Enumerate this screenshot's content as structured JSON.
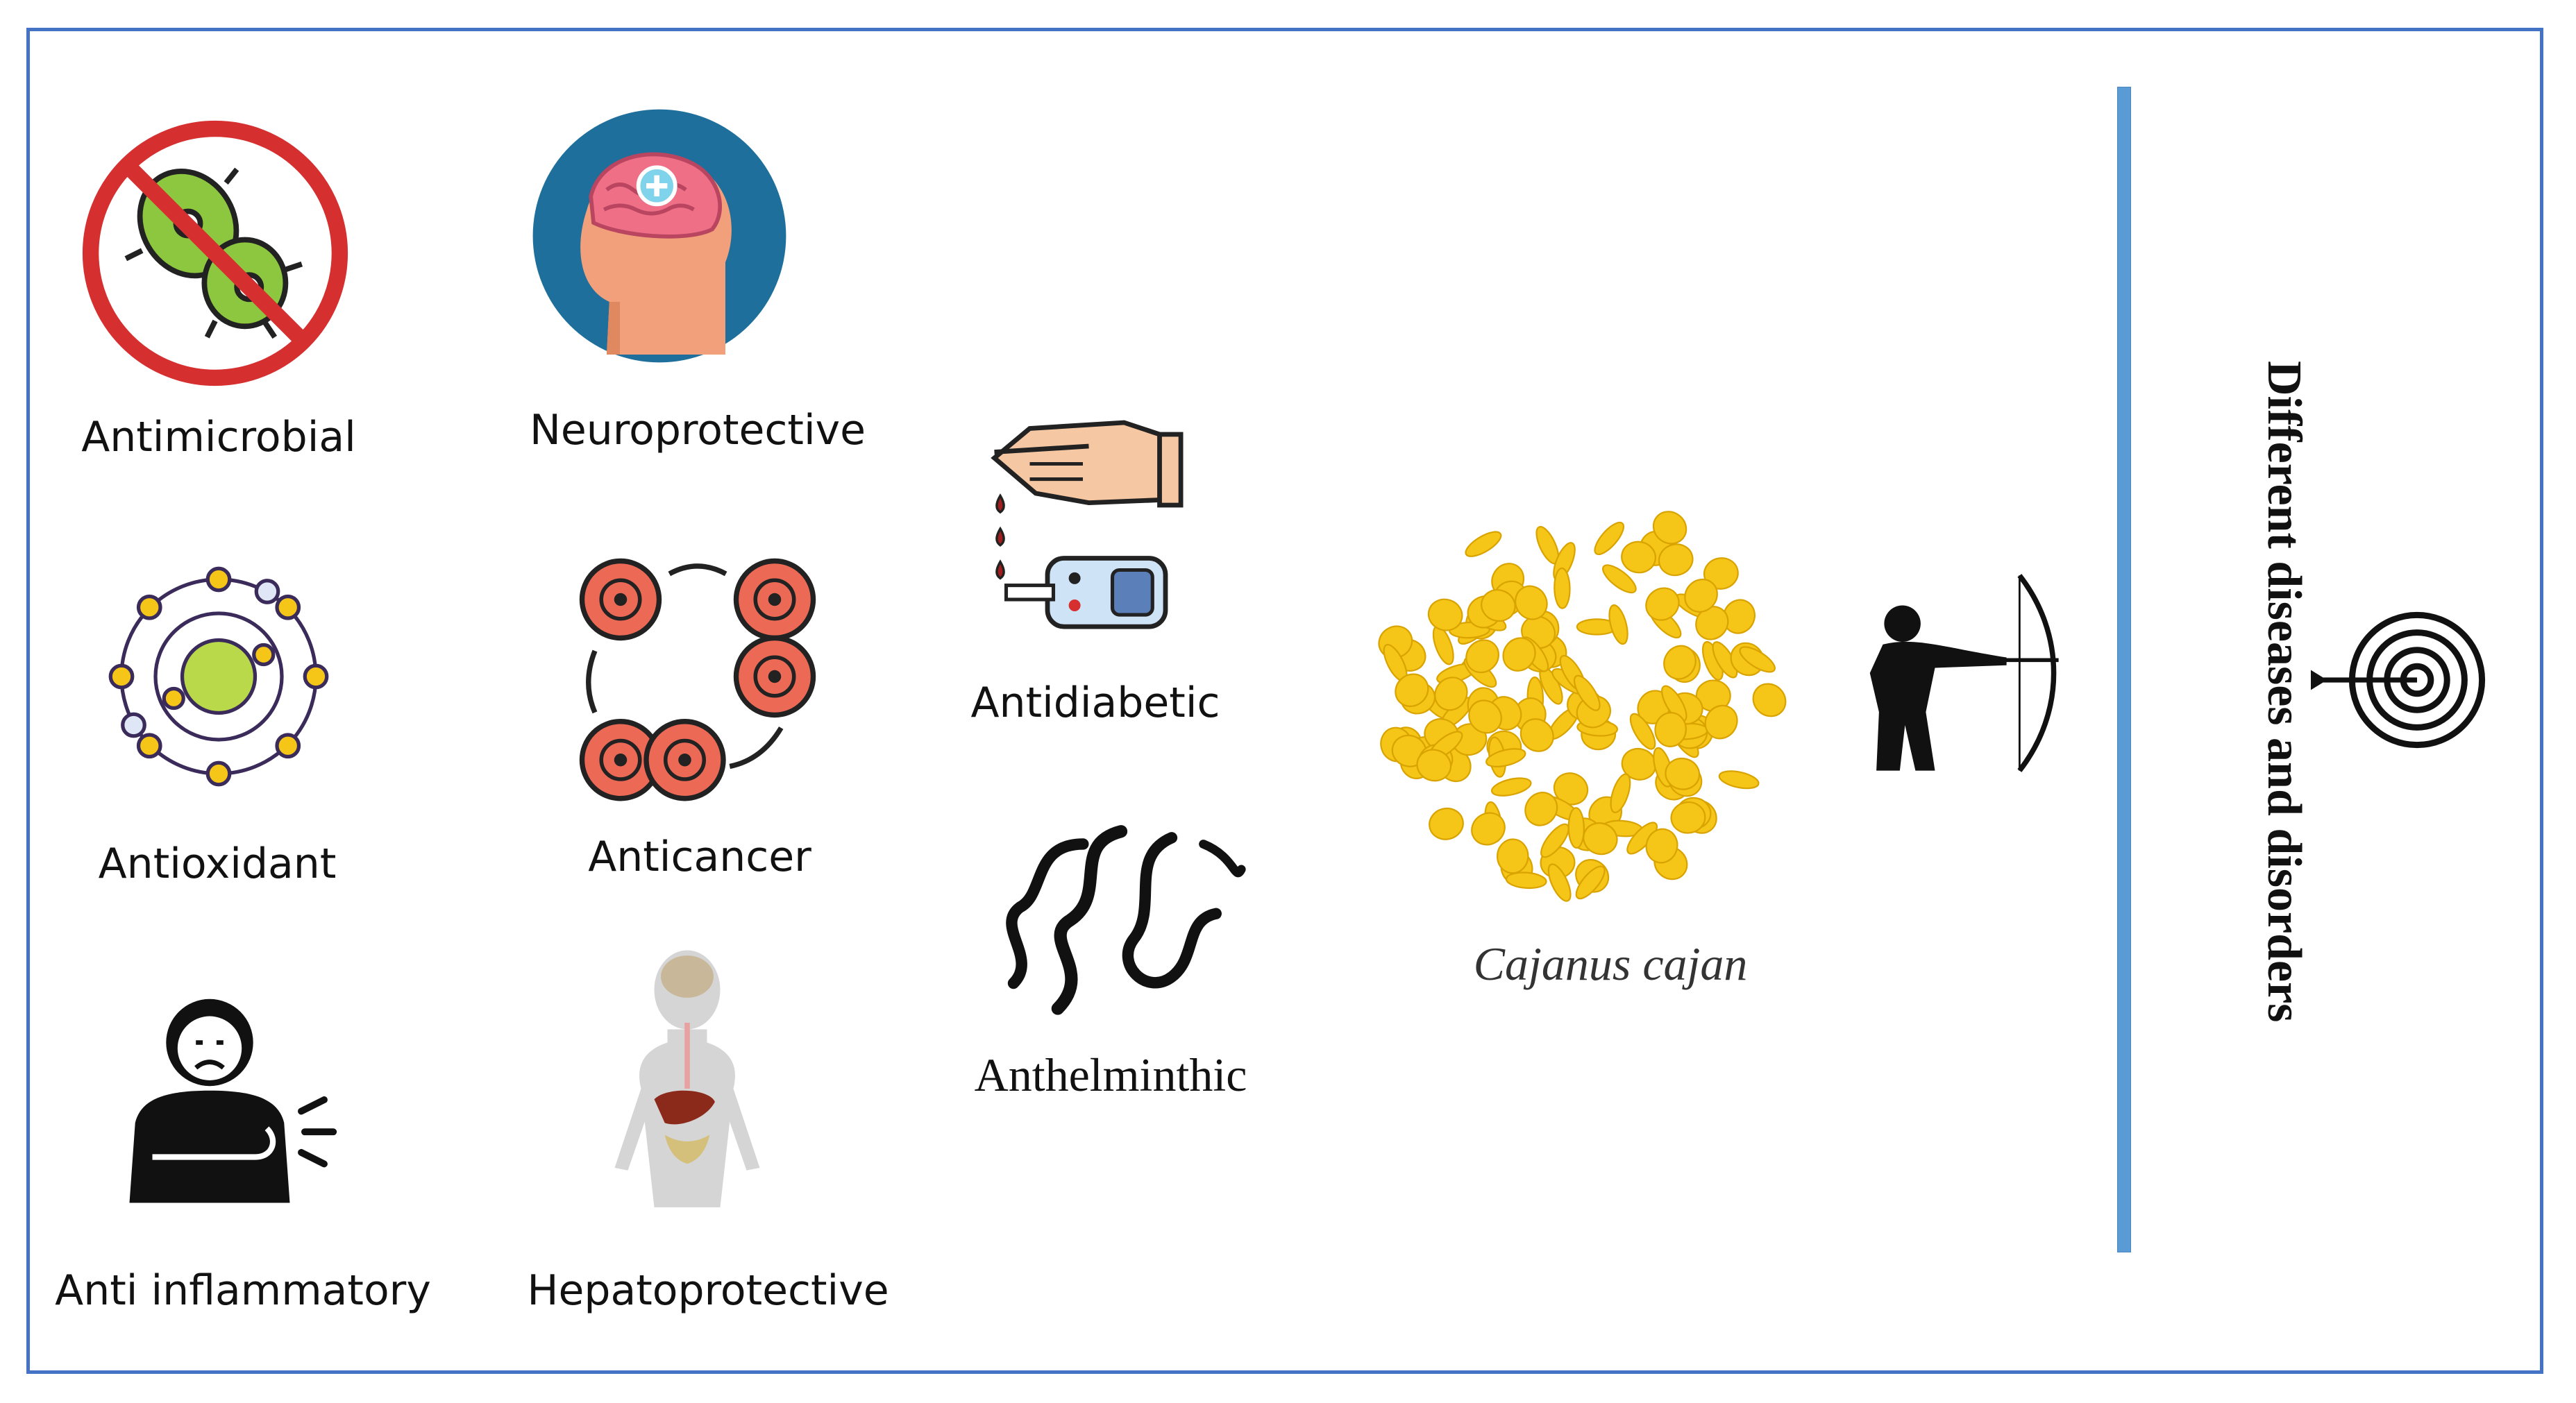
{
  "activities": {
    "antimicrobial": "Antimicrobial",
    "neuroprotective": "Neuroprotective",
    "antioxidant": "Antioxidant",
    "anticancer": "Anticancer",
    "anti_inflammatory": "Anti inflammatory",
    "hepatoprotective": "Hepatoprotective",
    "antidiabetic": "Antidiabetic",
    "anthelminthic": "Anthelminthic"
  },
  "plant": {
    "name": "Cajanus cajan"
  },
  "target_text": "Different diseases and disorders",
  "colors": {
    "frame": "#4472c4",
    "divider": "#5b9bd5",
    "seed": "#f5c518",
    "prohibit_red": "#d62f2f",
    "microbe_green": "#8dc63f",
    "brain_bg": "#1f6f9c",
    "cell_red": "#ec6a55"
  },
  "icons": [
    "no-microbe-icon",
    "brain-head-icon",
    "atom-icon",
    "cell-division-icon",
    "pain-person-icon",
    "liver-body-icon",
    "glucose-meter-icon",
    "worms-icon",
    "pigeon-pea-seeds-icon",
    "archer-icon",
    "target-icon"
  ]
}
